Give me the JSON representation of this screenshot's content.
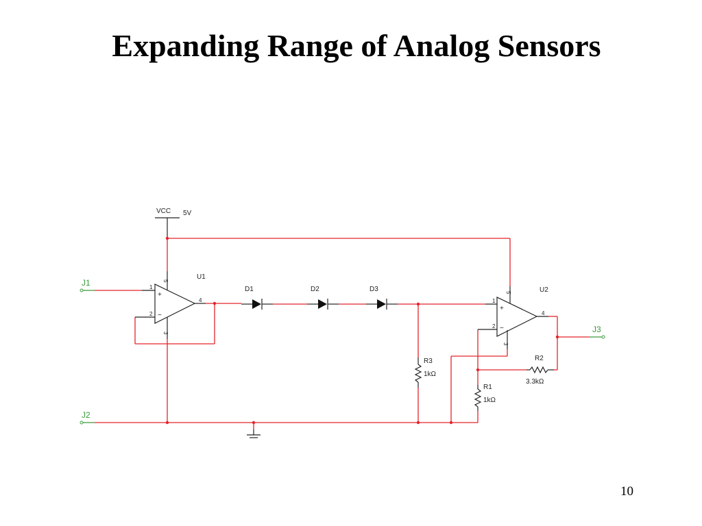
{
  "slide": {
    "title": "Expanding Range of Analog Sensors",
    "page_number": "10"
  },
  "schematic": {
    "supply": {
      "name": "VCC",
      "value": "5V"
    },
    "connectors": [
      {
        "id": "J1",
        "label": "J1"
      },
      {
        "id": "J2",
        "label": "J2"
      },
      {
        "id": "J3",
        "label": "J3"
      }
    ],
    "opamps": [
      {
        "id": "U1",
        "label": "U1",
        "pins": {
          "in_plus": "1",
          "in_minus": "2",
          "gnd": "3",
          "out": "4",
          "vcc": "5"
        },
        "plus_sign": "+",
        "minus_sign": "−"
      },
      {
        "id": "U2",
        "label": "U2",
        "pins": {
          "in_plus": "1",
          "in_minus": "2",
          "gnd": "3",
          "out": "4",
          "vcc": "5"
        },
        "plus_sign": "+",
        "minus_sign": "−"
      }
    ],
    "diodes": [
      {
        "id": "D1",
        "label": "D1"
      },
      {
        "id": "D2",
        "label": "D2"
      },
      {
        "id": "D3",
        "label": "D3"
      }
    ],
    "resistors": [
      {
        "id": "R1",
        "label": "R1",
        "value": "1kΩ"
      },
      {
        "id": "R2",
        "label": "R2",
        "value": "3.3kΩ"
      },
      {
        "id": "R3",
        "label": "R3",
        "value": "1kΩ"
      }
    ],
    "wire_color": "#e3242b",
    "connector_color": "#3a9a3a"
  }
}
